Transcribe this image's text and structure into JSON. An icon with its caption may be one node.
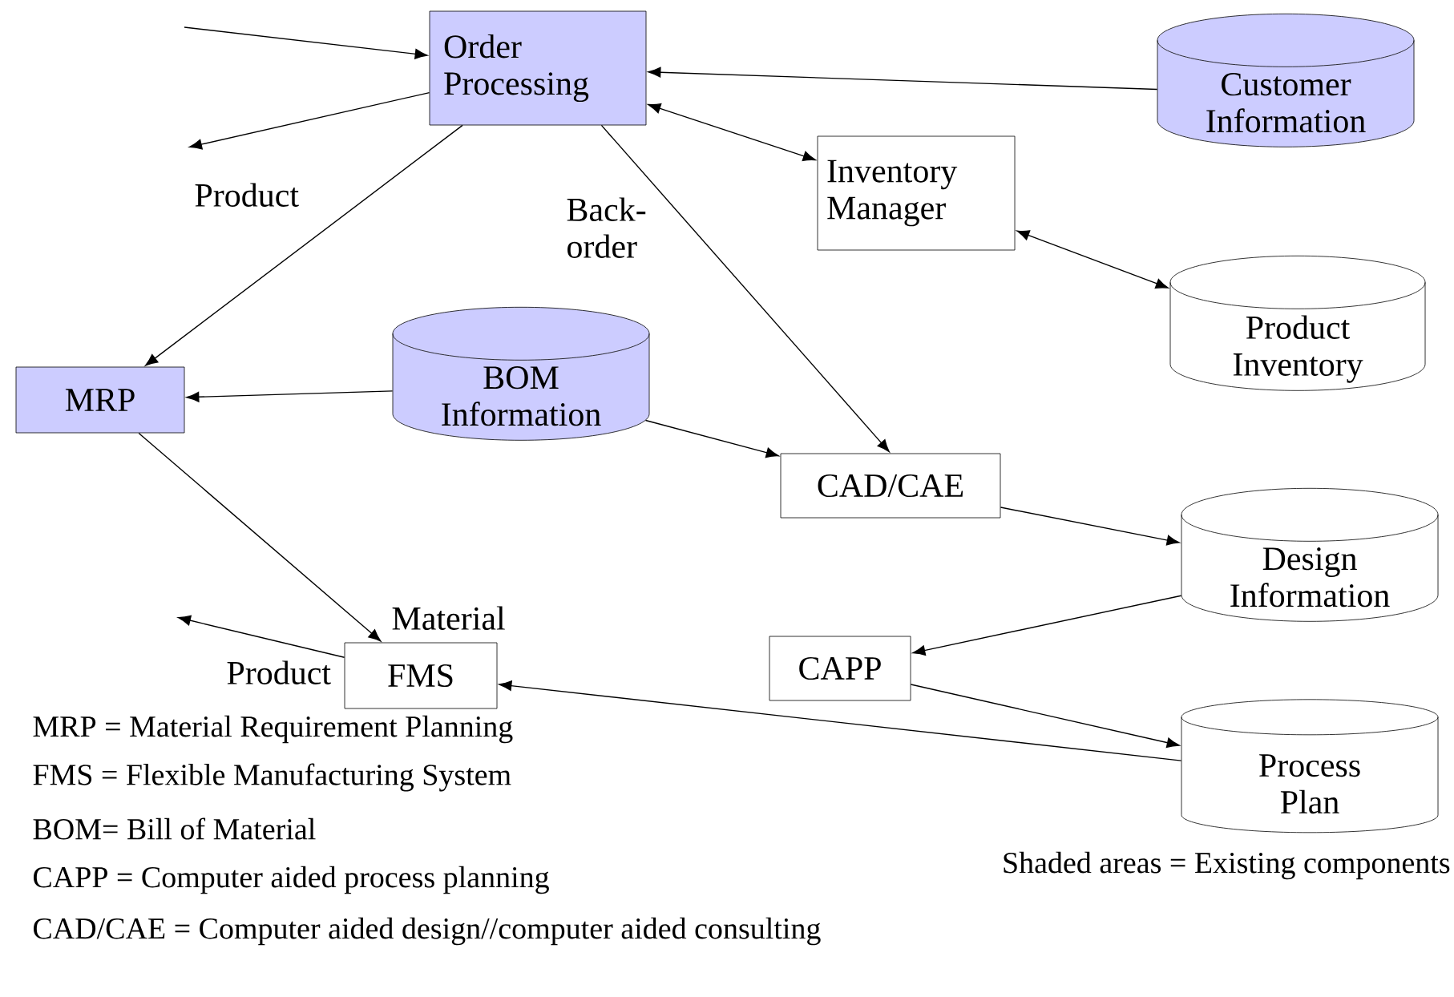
{
  "diagram": {
    "nodes": [
      {
        "text": [
          "Order Processing"
        ]
      },
      {
        "text": [
          "Customer Information"
        ]
      },
      {
        "text": [
          "Inventory Manager"
        ]
      },
      {
        "text": [
          "Product Inventory"
        ]
      },
      {
        "text": [
          "MRP"
        ]
      },
      {
        "text": [
          "BOM Information"
        ]
      },
      {
        "text": [
          "CAD/CAE"
        ]
      },
      {
        "text": [
          "Design Information"
        ]
      },
      {
        "text": [
          "CAPP"
        ]
      },
      {
        "text": [
          "Process Plan"
        ]
      },
      {
        "text": [
          "FMS"
        ]
      }
    ],
    "edges": [
      {
        "from": null,
        "to": 0,
        "arrow": "to"
      },
      {
        "from": 0,
        "to": null,
        "arrow": "to",
        "label": "Product"
      },
      {
        "from": 1,
        "to": 0,
        "arrow": "to"
      },
      {
        "from": 0,
        "to": 2,
        "arrow": "both"
      },
      {
        "from": 2,
        "to": 3,
        "arrow": "both"
      },
      {
        "from": 0,
        "to": 4,
        "arrow": "to"
      },
      {
        "from": 0,
        "to": 6,
        "arrow": "to",
        "label": "Back-order"
      },
      {
        "from": 5,
        "to": 4,
        "arrow": "to"
      },
      {
        "from": 5,
        "to": 6,
        "arrow": "to"
      },
      {
        "from": 6,
        "to": 7,
        "arrow": "to"
      },
      {
        "from": 7,
        "to": 8,
        "arrow": "to"
      },
      {
        "from": 8,
        "to": 9,
        "arrow": "to"
      },
      {
        "from": 9,
        "to": 10,
        "arrow": "to"
      },
      {
        "from": 4,
        "to": 10,
        "arrow": "to",
        "label": "Material"
      },
      {
        "from": 10,
        "to": null,
        "arrow": "to",
        "label": "Product"
      }
    ],
    "labels": [
      "MRP = Material Requirement Planning",
      "FMS = Flexible Manufacturing System",
      "BOM= Bill of Material",
      "CAPP = Computer aided process planning",
      "CAD/CAE = Computer aided design//computer aided consulting",
      "Shaded areas = Existing components"
    ]
  }
}
